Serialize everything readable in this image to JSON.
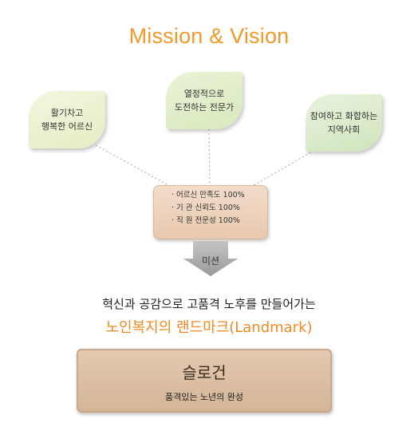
{
  "title": "Mission & Vision",
  "visions": [
    {
      "lines": [
        "활기차고",
        "행복한 어르신"
      ]
    },
    {
      "lines": [
        "열정적으로",
        "도전하는 전문가"
      ]
    },
    {
      "lines": [
        "참여하고 화합하는",
        "지역사회"
      ]
    }
  ],
  "goals": [
    "· 어르신 만족도 100%",
    "· 기  관  신뢰도 100%",
    "· 직  원  전문성 100%"
  ],
  "arrow_label": "미션",
  "mission_line1": "혁신과 공감으로 고품격 노후를 만들어가는",
  "mission_line2": "노인복지의 랜드마크(Landmark)",
  "slogan": {
    "title": "슬로건",
    "text": "품격있는 노년의 완성"
  },
  "colors": {
    "title": "#ef9a2a",
    "landmark": "#ef8a22",
    "slogan_box": "#d9bda2",
    "center_box": "#edd3bc",
    "arrow": "#a8a8a8"
  }
}
